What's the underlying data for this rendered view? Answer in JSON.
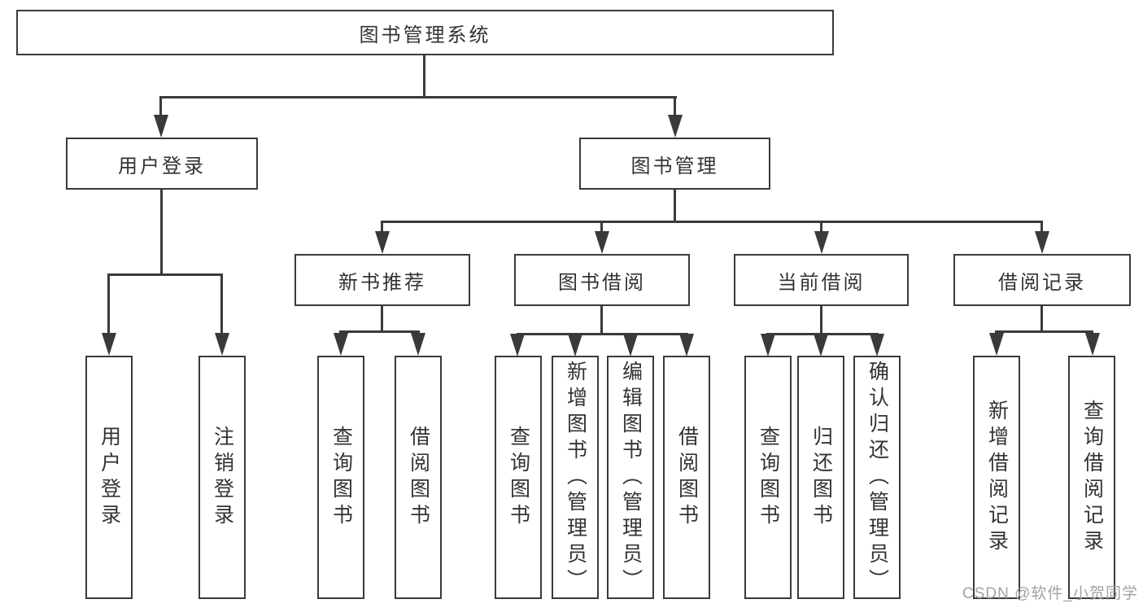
{
  "diagram": {
    "type": "hierarchy-tree",
    "title": "图书管理系统"
  },
  "tree": {
    "root": {
      "label": "图书管理系统"
    },
    "branches": [
      {
        "label": "用户登录",
        "children": [
          {
            "label": "用户登录"
          },
          {
            "label": "注销登录"
          }
        ]
      },
      {
        "label": "图书管理",
        "children": [
          {
            "label": "新书推荐",
            "children": [
              {
                "label": "查询图书"
              },
              {
                "label": "借阅图书"
              }
            ]
          },
          {
            "label": "图书借阅",
            "children": [
              {
                "label": "查询图书"
              },
              {
                "label": "新增图书（管理员）"
              },
              {
                "label": "编辑图书（管理员）"
              },
              {
                "label": "借阅图书"
              }
            ]
          },
          {
            "label": "当前借阅",
            "children": [
              {
                "label": "查询图书"
              },
              {
                "label": "归还图书"
              },
              {
                "label": "确认归还（管理员）"
              }
            ]
          },
          {
            "label": "借阅记录",
            "children": [
              {
                "label": "新增借阅记录"
              },
              {
                "label": "查询借阅记录"
              }
            ]
          }
        ]
      }
    ]
  },
  "watermark": {
    "text": "CSDN @软件_小贺同学"
  },
  "colors": {
    "line": "#3a3a3a",
    "text": "#333333",
    "background": "#ffffff",
    "watermark": "#a3a3a3"
  }
}
